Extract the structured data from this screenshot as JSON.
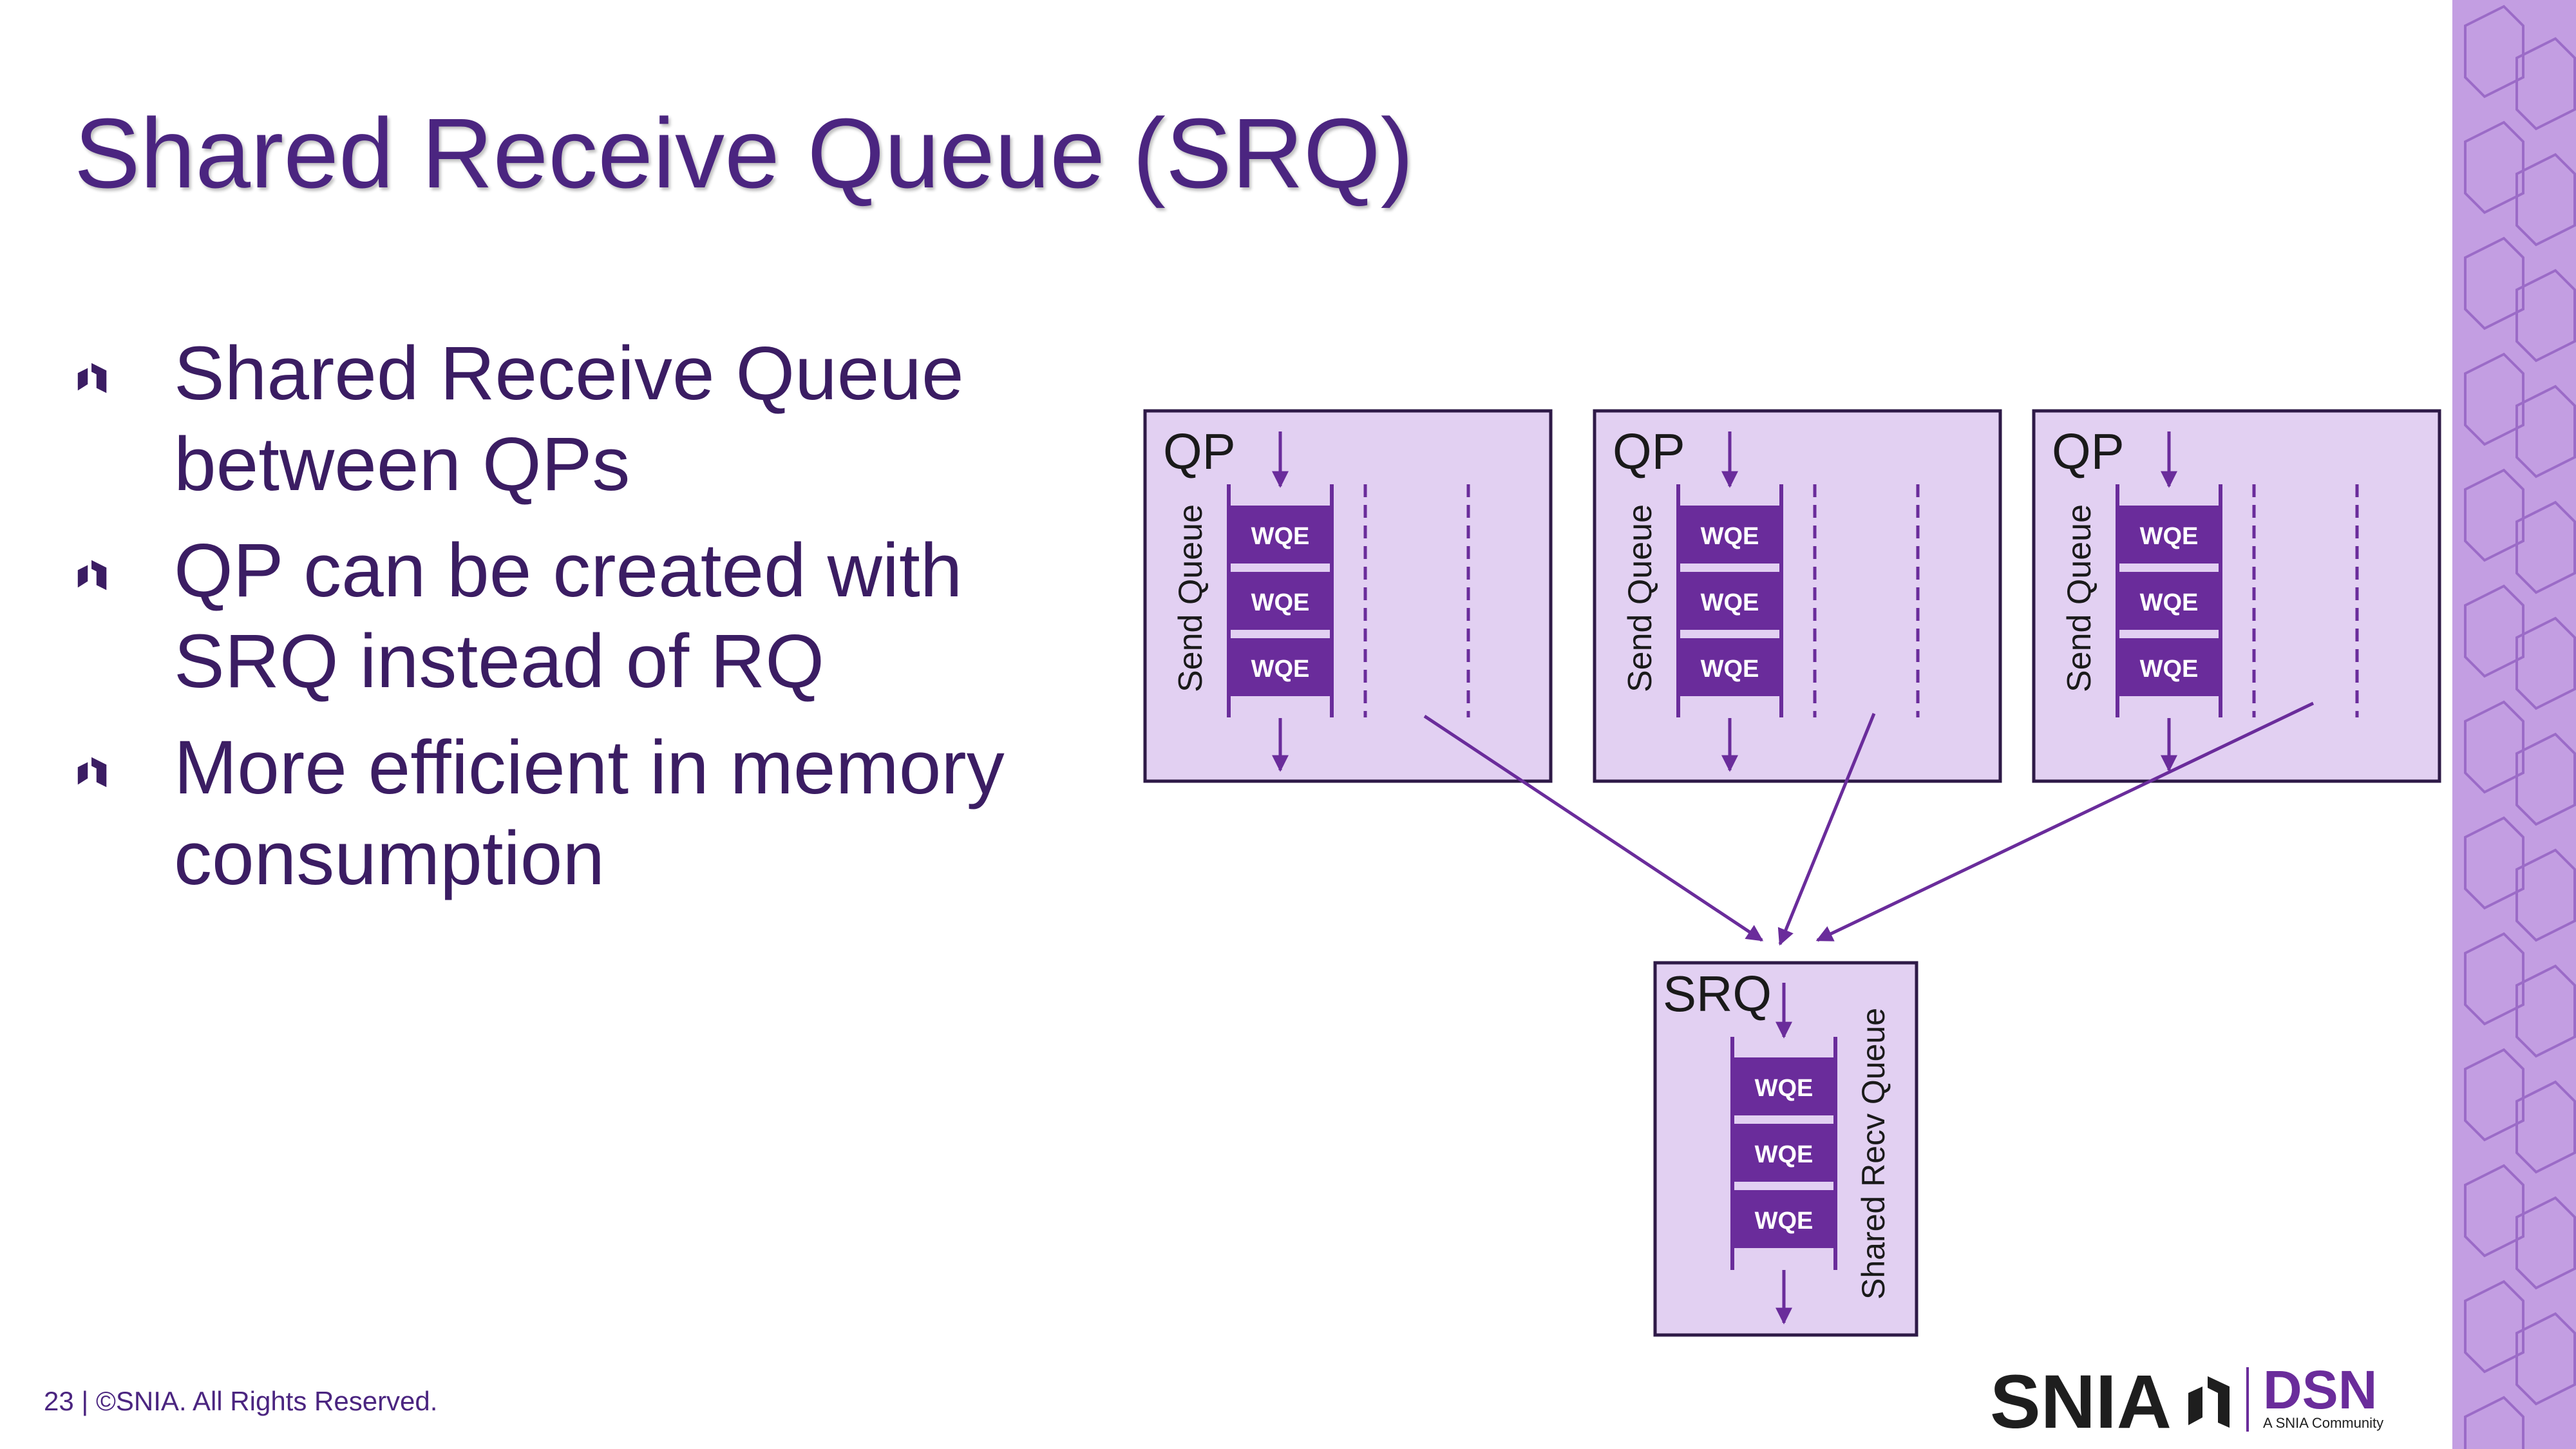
{
  "slide": {
    "title": "Shared Receive Queue (SRQ)",
    "bullets": [
      "Shared Receive Queue between QPs",
      "QP can be created with SRQ instead of RQ",
      "More efficient in memory consumption"
    ],
    "footer": "23 | ©SNIA. All Rights Reserved."
  },
  "diagram": {
    "qp_label": "QP",
    "send_queue_label": "Send Queue",
    "wqe_label": "WQE",
    "srq_label": "SRQ",
    "shared_recv_label": "Shared Recv Queue"
  },
  "logo": {
    "snia": "SNIA",
    "dsn": "DSN",
    "dsn_sub": "A SNIA Community"
  },
  "colors": {
    "title": "#4B2580",
    "text": "#3B1D63",
    "box_fill": "#E2D0F2",
    "box_stroke": "#2E1A47",
    "wqe_fill": "#6A2C9B",
    "arrow": "#6A2C9B",
    "side_band": "#C39EE2"
  },
  "icons": [
    "snia-bullet-icon",
    "down-arrow-icon",
    "snia-logo-icon"
  ]
}
